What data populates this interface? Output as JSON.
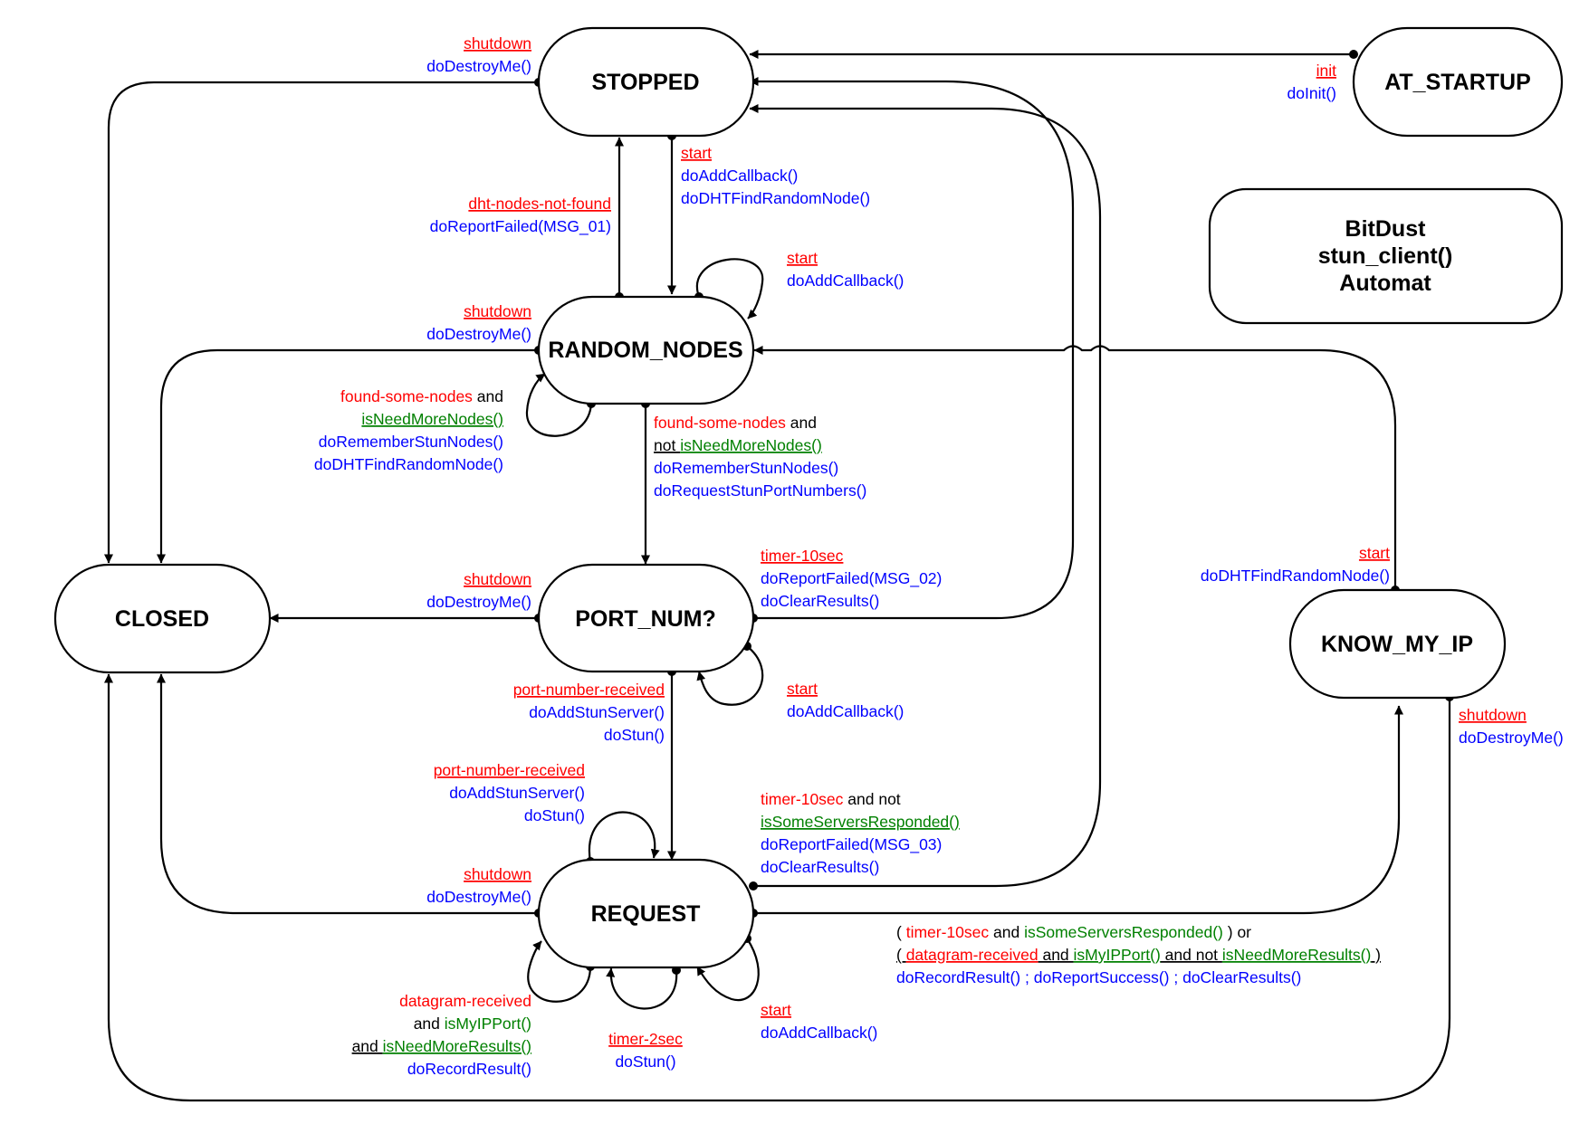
{
  "title": [
    "BitDust",
    "stun_client()",
    "Automat"
  ],
  "colors": {
    "event": "#ff0000",
    "action": "#0000ff",
    "condition": "#008000",
    "text": "#000000"
  },
  "states": {
    "stopped": "STOPPED",
    "at_startup": "AT_STARTUP",
    "random_nodes": "RANDOM_NODES",
    "closed": "CLOSED",
    "port_num": "PORT_NUM?",
    "request": "REQUEST",
    "know_my_ip": "KNOW_MY_IP"
  },
  "labels": {
    "stopped_shutdown": [
      [
        {
          "t": "shutdown",
          "c": "ev",
          "u": 1
        }
      ],
      [
        {
          "t": "doDestroyMe()",
          "c": "ac"
        }
      ]
    ],
    "init": [
      [
        {
          "t": "init",
          "c": "ev",
          "u": 1
        }
      ],
      [
        {
          "t": "doInit()",
          "c": "ac"
        }
      ]
    ],
    "stopped_start": [
      [
        {
          "t": "start",
          "c": "ev",
          "u": 1
        }
      ],
      [
        {
          "t": "doAddCallback()",
          "c": "ac"
        }
      ],
      [
        {
          "t": "doDHTFindRandomNode()",
          "c": "ac"
        }
      ]
    ],
    "dht_not_found": [
      [
        {
          "t": "dht-nodes-not-found",
          "c": "ev",
          "u": 1
        }
      ],
      [
        {
          "t": "doReportFailed(MSG_01)",
          "c": "ac"
        }
      ]
    ],
    "rn_start": [
      [
        {
          "t": "start",
          "c": "ev",
          "u": 1
        }
      ],
      [
        {
          "t": "doAddCallback()",
          "c": "ac"
        }
      ]
    ],
    "rn_shutdown": [
      [
        {
          "t": "shutdown",
          "c": "ev",
          "u": 1
        }
      ],
      [
        {
          "t": "doDestroyMe()",
          "c": "ac"
        }
      ]
    ],
    "found_more": [
      [
        {
          "t": "found-some-nodes",
          "c": "ev"
        },
        {
          "t": " and",
          "c": "tx"
        }
      ],
      [
        {
          "t": "isNeedMoreNodes()",
          "c": "cn",
          "u": 1
        }
      ],
      [
        {
          "t": "doRememberStunNodes()",
          "c": "ac"
        }
      ],
      [
        {
          "t": "doDHTFindRandomNode()",
          "c": "ac"
        }
      ]
    ],
    "found_enough": [
      [
        {
          "t": "found-some-nodes",
          "c": "ev"
        },
        {
          "t": " and",
          "c": "tx"
        }
      ],
      [
        {
          "t": "not ",
          "c": "tx",
          "u": 1
        },
        {
          "t": "isNeedMoreNodes()",
          "c": "cn",
          "u": 1
        }
      ],
      [
        {
          "t": "doRememberStunNodes()",
          "c": "ac"
        }
      ],
      [
        {
          "t": "doRequestStunPortNumbers()",
          "c": "ac"
        }
      ]
    ],
    "pn_timer": [
      [
        {
          "t": "timer-10sec",
          "c": "ev",
          "u": 1
        }
      ],
      [
        {
          "t": "doReportFailed(MSG_02)",
          "c": "ac"
        }
      ],
      [
        {
          "t": "doClearResults()",
          "c": "ac"
        }
      ]
    ],
    "pn_shutdown": [
      [
        {
          "t": "shutdown",
          "c": "ev",
          "u": 1
        }
      ],
      [
        {
          "t": "doDestroyMe()",
          "c": "ac"
        }
      ]
    ],
    "pn_start": [
      [
        {
          "t": "start",
          "c": "ev",
          "u": 1
        }
      ],
      [
        {
          "t": "doAddCallback()",
          "c": "ac"
        }
      ]
    ],
    "pn_port_received": [
      [
        {
          "t": "port-number-received",
          "c": "ev",
          "u": 1
        }
      ],
      [
        {
          "t": "doAddStunServer()",
          "c": "ac"
        }
      ],
      [
        {
          "t": "doStun()",
          "c": "ac"
        }
      ]
    ],
    "rq_port_received": [
      [
        {
          "t": "port-number-received",
          "c": "ev",
          "u": 1
        }
      ],
      [
        {
          "t": "doAddStunServer()",
          "c": "ac"
        }
      ],
      [
        {
          "t": "doStun()",
          "c": "ac"
        }
      ]
    ],
    "rq_timer_fail": [
      [
        {
          "t": "timer-10sec",
          "c": "ev"
        },
        {
          "t": " and not",
          "c": "tx"
        }
      ],
      [
        {
          "t": "isSomeServersResponded()",
          "c": "cn",
          "u": 1
        }
      ],
      [
        {
          "t": "doReportFailed(MSG_03)",
          "c": "ac"
        }
      ],
      [
        {
          "t": "doClearResults()",
          "c": "ac"
        }
      ]
    ],
    "rq_shutdown": [
      [
        {
          "t": "shutdown",
          "c": "ev",
          "u": 1
        }
      ],
      [
        {
          "t": "doDestroyMe()",
          "c": "ac"
        }
      ]
    ],
    "rq_success": [
      [
        {
          "t": "( ",
          "c": "tx"
        },
        {
          "t": "timer-10sec",
          "c": "ev"
        },
        {
          "t": " and ",
          "c": "tx"
        },
        {
          "t": "isSomeServersResponded()",
          "c": "cn"
        },
        {
          "t": " ) or",
          "c": "tx"
        }
      ],
      [
        {
          "t": "( ",
          "c": "tx",
          "u": 1
        },
        {
          "t": "datagram-received",
          "c": "ev",
          "u": 1
        },
        {
          "t": " and ",
          "c": "tx",
          "u": 1
        },
        {
          "t": "isMyIPPort()",
          "c": "cn",
          "u": 1
        },
        {
          "t": " and not ",
          "c": "tx",
          "u": 1
        },
        {
          "t": "isNeedMoreResults()",
          "c": "cn",
          "u": 1
        },
        {
          "t": " )",
          "c": "tx",
          "u": 1
        }
      ],
      [
        {
          "t": "doRecordResult() ; doReportSuccess() ; doClearResults()",
          "c": "ac"
        }
      ]
    ],
    "rq_datagram": [
      [
        {
          "t": "datagram-received",
          "c": "ev"
        }
      ],
      [
        {
          "t": "and ",
          "c": "tx"
        },
        {
          "t": "isMyIPPort()",
          "c": "cn"
        }
      ],
      [
        {
          "t": "and ",
          "c": "tx",
          "u": 1
        },
        {
          "t": "isNeedMoreResults()",
          "c": "cn",
          "u": 1
        }
      ],
      [
        {
          "t": "doRecordResult()",
          "c": "ac"
        }
      ]
    ],
    "rq_timer2": [
      [
        {
          "t": "timer-2sec",
          "c": "ev",
          "u": 1
        }
      ],
      [
        {
          "t": "doStun()",
          "c": "ac"
        }
      ]
    ],
    "rq_start": [
      [
        {
          "t": "start",
          "c": "ev",
          "u": 1
        }
      ],
      [
        {
          "t": "doAddCallback()",
          "c": "ac"
        }
      ]
    ],
    "kmi_start": [
      [
        {
          "t": "start",
          "c": "ev",
          "u": 1
        }
      ],
      [
        {
          "t": "doDHTFindRandomNode()",
          "c": "ac"
        }
      ]
    ],
    "kmi_shutdown": [
      [
        {
          "t": "shutdown",
          "c": "ev",
          "u": 1
        }
      ],
      [
        {
          "t": "doDestroyMe()",
          "c": "ac"
        }
      ]
    ]
  }
}
